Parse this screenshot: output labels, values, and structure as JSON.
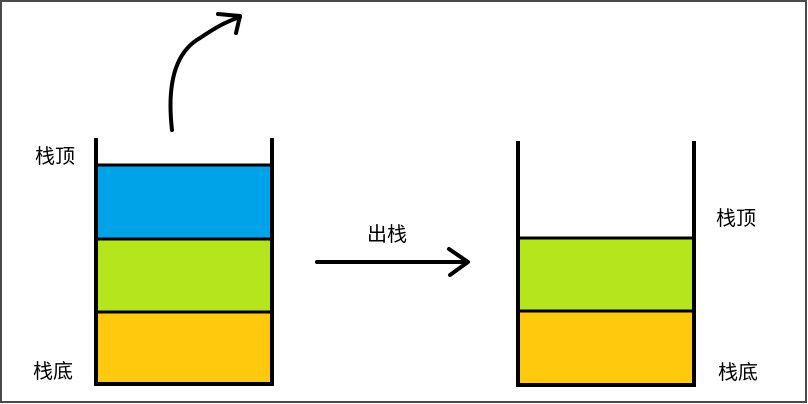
{
  "colors": {
    "top_block": "#00a2e8",
    "middle_block": "#b5e61d",
    "bottom_block": "#ffc90e",
    "outline": "#000000",
    "border": "#4a4a4a"
  },
  "left_stack": {
    "top_label": "栈顶",
    "bottom_label": "栈底",
    "blocks": [
      "top_block",
      "middle_block",
      "bottom_block"
    ]
  },
  "right_stack": {
    "top_label": "栈顶",
    "bottom_label": "栈底",
    "blocks": [
      "middle_block",
      "bottom_block"
    ]
  },
  "operation": {
    "label": "出栈"
  },
  "icons": {
    "pop_arrow": "curved-up-arrow-icon",
    "transition_arrow": "right-arrow-icon"
  }
}
